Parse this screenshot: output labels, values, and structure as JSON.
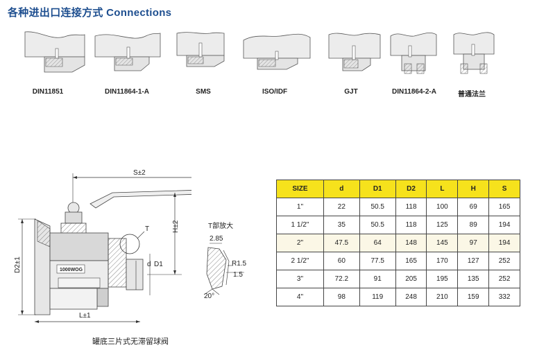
{
  "title": "各种进出口连接方式 Connections",
  "connections": [
    {
      "name": "DIN11851"
    },
    {
      "name": "DIN11864-1-A"
    },
    {
      "name": "SMS"
    },
    {
      "name": "ISO/IDF"
    },
    {
      "name": "GJT"
    },
    {
      "name": "DIN11864-2-A"
    },
    {
      "name": "普通法兰"
    }
  ],
  "drawing": {
    "dim_s": "S±2",
    "dim_h": "H±2",
    "dim_d2": "D2±1",
    "dim_l": "L±1",
    "dim_d": "d",
    "dim_d1": "D1",
    "label_t": "T",
    "stamp": "1000WOG",
    "caption": "罐底三片式无滞留球阀"
  },
  "detail": {
    "title": "T部放大",
    "dim_285": "2.85",
    "dim_r15": "R1.5",
    "dim_15": "1.5",
    "angle": "20°"
  },
  "table": {
    "headers": [
      "SIZE",
      "d",
      "D1",
      "D2",
      "L",
      "H",
      "S"
    ],
    "rows": [
      [
        "1\"",
        "22",
        "50.5",
        "118",
        "100",
        "69",
        "165"
      ],
      [
        "1 1/2\"",
        "35",
        "50.5",
        "118",
        "125",
        "89",
        "194"
      ],
      [
        "2\"",
        "47.5",
        "64",
        "148",
        "145",
        "97",
        "194"
      ],
      [
        "2 1/2\"",
        "60",
        "77.5",
        "165",
        "170",
        "127",
        "252"
      ],
      [
        "3\"",
        "72.2",
        "91",
        "205",
        "195",
        "135",
        "252"
      ],
      [
        "4\"",
        "98",
        "119",
        "248",
        "210",
        "159",
        "332"
      ]
    ],
    "highlight_row": 2,
    "header_color": "#f6e21c"
  }
}
